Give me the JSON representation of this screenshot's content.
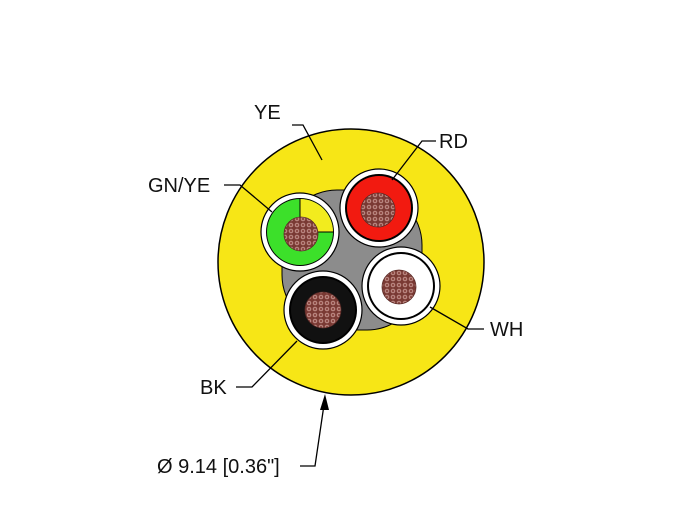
{
  "cable": {
    "jacket_color": "#f7e616",
    "filler_color": "#8c8c8c"
  },
  "labels": {
    "jacket": "YE",
    "red_core": "RD",
    "green_yellow_core": "GN/YE",
    "white_core": "WH",
    "black_core": "BK",
    "diameter": "Ø 9.14 [0.36\"]"
  },
  "cores": [
    {
      "name": "green-yellow-core",
      "colors": [
        "#3ce02a",
        "#f2ec1e"
      ]
    },
    {
      "name": "red-core",
      "colors": [
        "#f21a10"
      ]
    },
    {
      "name": "white-core",
      "colors": [
        "#ffffff"
      ]
    },
    {
      "name": "black-core",
      "colors": [
        "#111111"
      ]
    }
  ],
  "conductor_color": "#7a3a34"
}
